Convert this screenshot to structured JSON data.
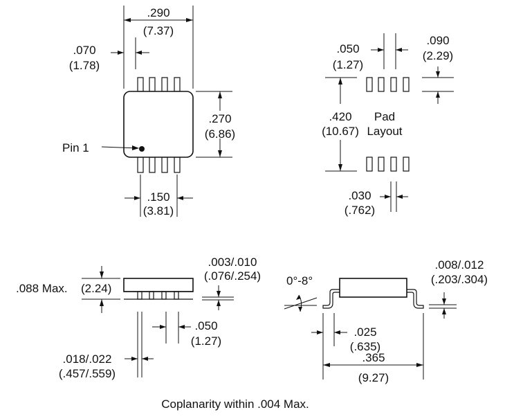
{
  "top_view": {
    "width_in": ".290",
    "width_mm": "(7.37)",
    "lead_offset_in": ".070",
    "lead_offset_mm": "(1.78)",
    "height_in": ".270",
    "height_mm": "(6.86)",
    "pin1_label": "Pin 1",
    "lead_span_in": ".150",
    "lead_span_mm": "(3.81)"
  },
  "pad_layout": {
    "title_line1": "Pad",
    "title_line2": "Layout",
    "pitch_in": ".050",
    "pitch_mm": "(1.27)",
    "pad_length_in": ".090",
    "pad_length_mm": "(2.29)",
    "row_span_in": ".420",
    "row_span_mm": "(10.67)",
    "pad_width_in": ".030",
    "pad_width_mm": "(.762)"
  },
  "side_view": {
    "max_height": ".088 Max.",
    "max_height_mm": "(2.24)",
    "standoff_in": ".003/.010",
    "standoff_mm": "(.076/.254)",
    "lead_width_in": ".018/.022",
    "lead_width_mm": "(.457/.559)",
    "pitch_in": ".050",
    "pitch_mm": "(1.27)"
  },
  "end_view": {
    "angle": "0°-8°",
    "lead_thickness_in": ".008/.012",
    "lead_thickness_mm": "(.203/.304)",
    "foot_in": ".025",
    "foot_mm": "(.635)",
    "overall_in": ".365",
    "overall_mm": "(9.27)"
  },
  "footer": {
    "note": "Coplanarity within .004 Max."
  }
}
